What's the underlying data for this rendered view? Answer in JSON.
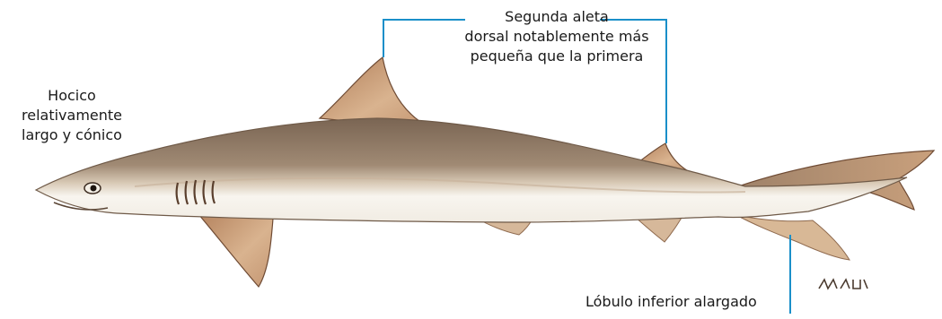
{
  "annotations": {
    "snout": {
      "lines": [
        "Hocico",
        "relativamente",
        "largo y cónico"
      ]
    },
    "second_dorsal": {
      "lines": [
        "Segunda aleta",
        "dorsal notablemente más",
        "pequeña que la primera"
      ]
    },
    "lower_lobe": {
      "text": "Lóbulo inferior alargado"
    }
  },
  "colors": {
    "leader_line": "#1a8fc9",
    "body_dark": "#8a7461",
    "body_belly": "#f7f4ee",
    "fin": "#c69c78",
    "fin_edge": "#6f4b34"
  }
}
